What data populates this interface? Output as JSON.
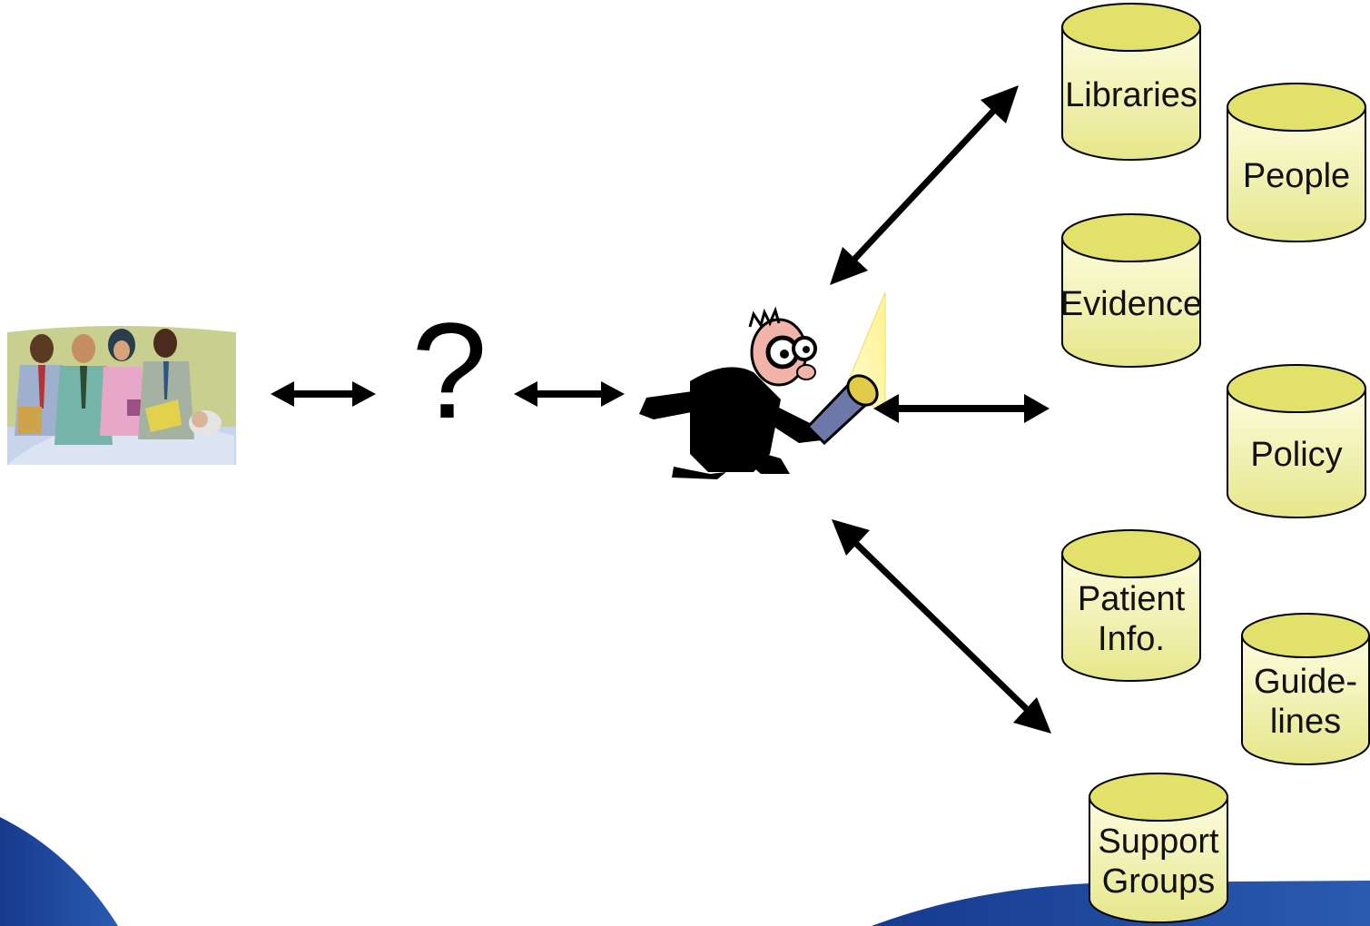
{
  "diagram": {
    "question_mark": "?",
    "sources": [
      {
        "id": "libraries",
        "label": "Libraries"
      },
      {
        "id": "people",
        "label": "People"
      },
      {
        "id": "evidence",
        "label": "Evidence"
      },
      {
        "id": "policy",
        "label": "Policy"
      },
      {
        "id": "patient-info",
        "label": "Patient\nInfo."
      },
      {
        "id": "guidelines",
        "label": "Guide-\nlines"
      },
      {
        "id": "support-groups",
        "label": "Support\nGroups"
      }
    ],
    "icons": {
      "group": "clinicians-group-illustration",
      "searcher": "detective-with-flashlight-icon"
    },
    "colors": {
      "cylinder_top": "#e2e16a",
      "cylinder_body_light": "#fefee6",
      "cylinder_body_dark": "#e9e98f",
      "arrow": "#000000",
      "banner": "#1c3f95"
    }
  }
}
